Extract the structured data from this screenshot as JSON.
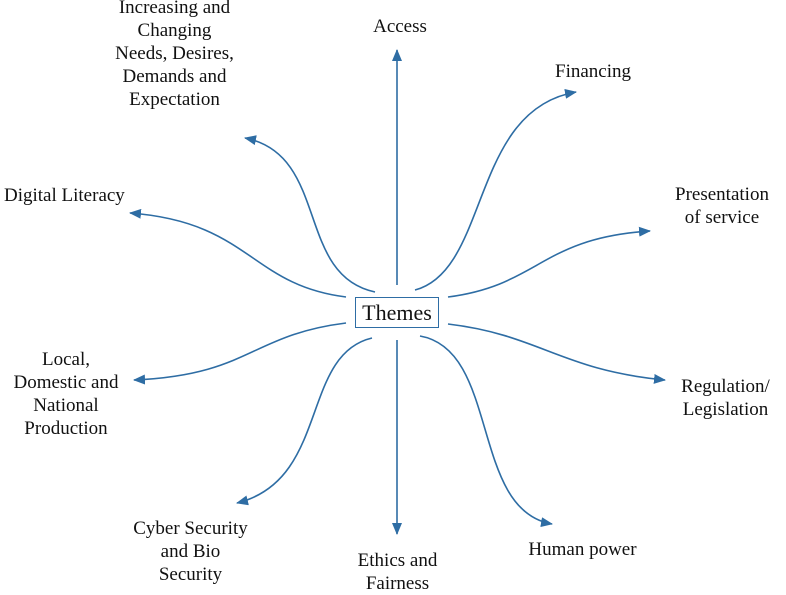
{
  "diagram": {
    "center": "Themes",
    "themes": [
      {
        "id": "access",
        "label": "Access"
      },
      {
        "id": "financing",
        "label": "Financing"
      },
      {
        "id": "presentation",
        "label": "Presentation\nof service"
      },
      {
        "id": "regulation",
        "label": "Regulation/\nLegislation"
      },
      {
        "id": "human-power",
        "label": "Human power"
      },
      {
        "id": "ethics",
        "label": "Ethics and\nFairness"
      },
      {
        "id": "cyber",
        "label": "Cyber Security\nand Bio\nSecurity"
      },
      {
        "id": "local",
        "label": "Local,\nDomestic and\nNational\nProduction"
      },
      {
        "id": "digital",
        "label": "Digital Literacy"
      },
      {
        "id": "needs",
        "label": "Increasing and\nChanging\nNeeds, Desires,\nDemands and\nExpectation"
      }
    ],
    "arrow_color": "#2e6da4"
  }
}
